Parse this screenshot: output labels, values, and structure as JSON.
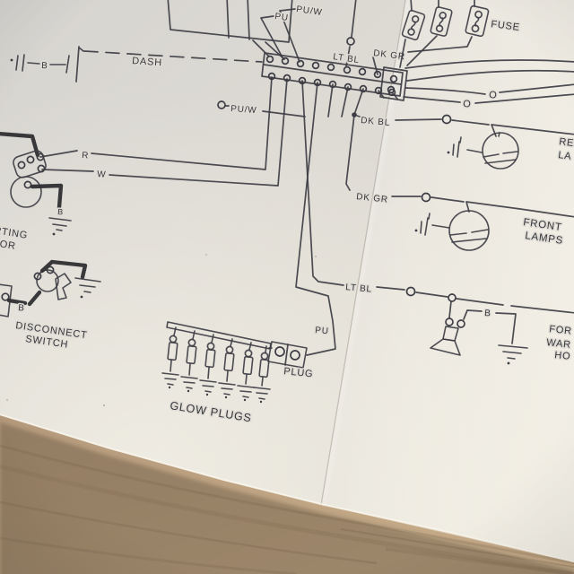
{
  "colors": {
    "ink": "#3e3e44",
    "paper": "#e2dfd8",
    "paper_bright": "#f1eee4",
    "wood": "#bfa483",
    "wood_dark": "#a2induced"
  },
  "labels": {
    "dash": "DASH",
    "ground_top_b": "B",
    "pu_w_top": "PU/W",
    "pu_top": "PU",
    "lt_bl_top": "LT BL",
    "dk_gr_top": "DK GR",
    "fuse": "FUSE",
    "o_wire_1": "O",
    "o_wire_2": "O",
    "pu_w_branch": "PU/W",
    "wire_r": "R",
    "wire_w": "W",
    "starter_b": "B",
    "starting_motor_line1": "RTING",
    "starting_motor_line2": "TOR",
    "switch_b": "B",
    "disconnect_line1": "DISCONNECT",
    "disconnect_line2": "SWITCH",
    "glow_plugs": "GLOW PLUGS",
    "plug": "PLUG",
    "pu": "PU",
    "lt_bl": "LT BL",
    "dk_bl": "DK BL",
    "dk_gr": "DK GR",
    "rear_lamps_line1": "RE",
    "rear_lamps_line2": "LA",
    "front_lamps_line1": "FRONT",
    "front_lamps_line2": "LAMPS",
    "horn_b": "B",
    "horn_line1": "FOR",
    "horn_line2": "WAR",
    "horn_line3": "HO"
  }
}
